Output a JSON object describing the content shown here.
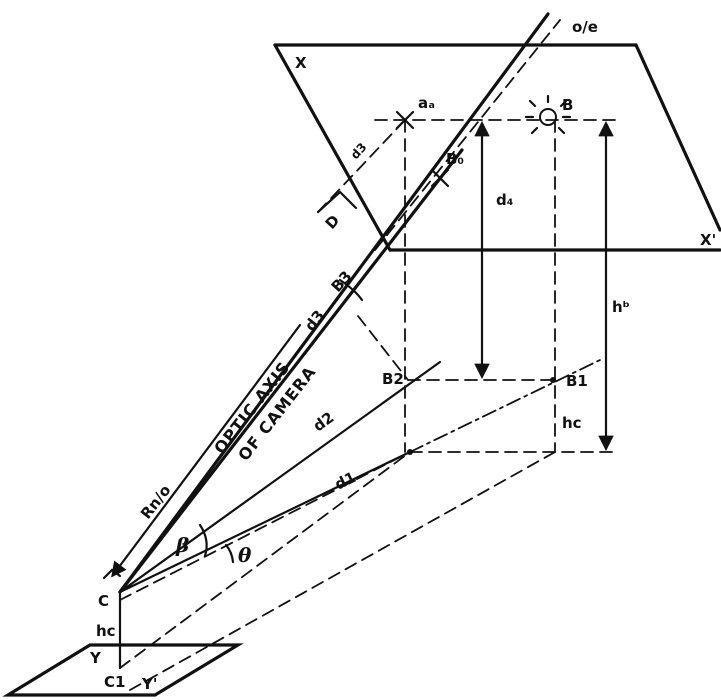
{
  "labels": {
    "x": "X",
    "x_prime": "X'",
    "y": "Y",
    "y_prime": "Y'",
    "oe": "o/e",
    "ae": "aₐ",
    "B": "B",
    "d3_small": "d3",
    "d4": "d₄",
    "D": "D",
    "Bo": "B₀",
    "B3": "B3",
    "d3": "d3",
    "hb": "hᵇ",
    "B2": "B2",
    "B1": "B1",
    "hc_right": "hc",
    "d2": "d2",
    "d1": "d1",
    "Ro": "Rn/o",
    "beta": "β",
    "theta": "θ",
    "C": "C",
    "C1": "C1",
    "hc_left": "hc"
  },
  "axis_label": {
    "line1": "OPTIC AXIS",
    "line2": "OF CAMERA"
  },
  "icons": {
    "light_source": "light-burst-icon"
  }
}
